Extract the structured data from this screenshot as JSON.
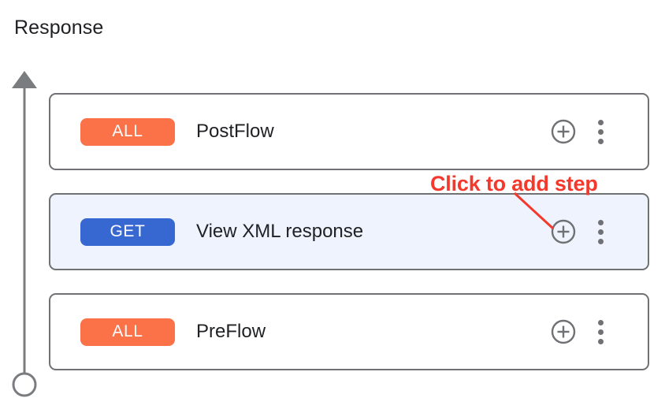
{
  "page": {
    "title": "Response"
  },
  "axis": {
    "arrow_icon": "arrow-up-icon",
    "endpoint_icon": "circle-endpoint-icon",
    "color": "#7a7c7f"
  },
  "colors": {
    "badge_all": "#fb7249",
    "badge_get": "#3767d0",
    "card_border": "#6f7174",
    "card_selected_bg": "#eef3fd",
    "annotation_red": "#f4382c",
    "icon_gray": "#6f7174",
    "text": "#202124"
  },
  "flow": {
    "cards": [
      {
        "method": "ALL",
        "method_style": "all",
        "name": "PostFlow",
        "selected": false,
        "add_icon": "plus-circle-icon",
        "menu_icon": "more-vertical-icon"
      },
      {
        "method": "GET",
        "method_style": "get",
        "name": "View XML response",
        "selected": true,
        "add_icon": "plus-circle-icon",
        "menu_icon": "more-vertical-icon"
      },
      {
        "method": "ALL",
        "method_style": "all",
        "name": "PreFlow",
        "selected": false,
        "add_icon": "plus-circle-icon",
        "menu_icon": "more-vertical-icon"
      }
    ]
  },
  "annotation": {
    "text": "Click to add step"
  }
}
